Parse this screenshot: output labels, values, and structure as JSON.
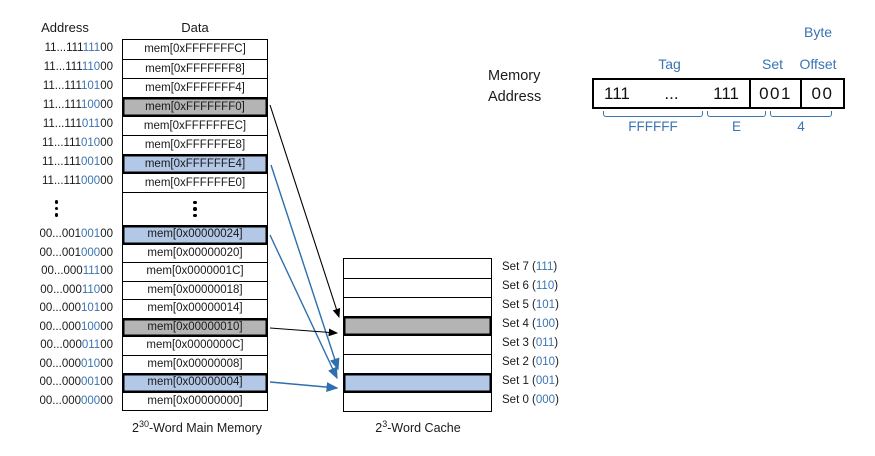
{
  "colors": {
    "accent_blue": "#3a74b2",
    "arrow_blue": "#2e6fad",
    "highlight_blue": "#b3c7e6",
    "highlight_gray": "#b4b4b4"
  },
  "memory": {
    "address_header": "Address",
    "data_header": "Data",
    "ellipsis_dots": 3,
    "rows_top": [
      {
        "prefix": "11...111",
        "set": "111",
        "offset": "00",
        "data": "mem[0xFFFFFFFC]",
        "highlight": null
      },
      {
        "prefix": "11...111",
        "set": "110",
        "offset": "00",
        "data": "mem[0xFFFFFFF8]",
        "highlight": null
      },
      {
        "prefix": "11...111",
        "set": "101",
        "offset": "00",
        "data": "mem[0xFFFFFFF4]",
        "highlight": null
      },
      {
        "prefix": "11...111",
        "set": "100",
        "offset": "00",
        "data": "mem[0xFFFFFFF0]",
        "highlight": "gray"
      },
      {
        "prefix": "11...111",
        "set": "011",
        "offset": "00",
        "data": "mem[0xFFFFFFEC]",
        "highlight": null
      },
      {
        "prefix": "11...111",
        "set": "010",
        "offset": "00",
        "data": "mem[0xFFFFFFE8]",
        "highlight": null
      },
      {
        "prefix": "11...111",
        "set": "001",
        "offset": "00",
        "data": "mem[0xFFFFFFE4]",
        "highlight": "blue"
      },
      {
        "prefix": "11...111",
        "set": "000",
        "offset": "00",
        "data": "mem[0xFFFFFFE0]",
        "highlight": null
      }
    ],
    "rows_bottom": [
      {
        "prefix": "00...001",
        "set": "001",
        "offset": "00",
        "data": "mem[0x00000024]",
        "highlight": "blue"
      },
      {
        "prefix": "00...001",
        "set": "000",
        "offset": "00",
        "data": "mem[0x00000020]",
        "highlight": null
      },
      {
        "prefix": "00...000",
        "set": "111",
        "offset": "00",
        "data": "mem[0x0000001C]",
        "highlight": null
      },
      {
        "prefix": "00...000",
        "set": "110",
        "offset": "00",
        "data": "mem[0x00000018]",
        "highlight": null
      },
      {
        "prefix": "00...000",
        "set": "101",
        "offset": "00",
        "data": "mem[0x00000014]",
        "highlight": null
      },
      {
        "prefix": "00...000",
        "set": "100",
        "offset": "00",
        "data": "mem[0x00000010]",
        "highlight": "gray"
      },
      {
        "prefix": "00...000",
        "set": "011",
        "offset": "00",
        "data": "mem[0x0000000C]",
        "highlight": null
      },
      {
        "prefix": "00...000",
        "set": "010",
        "offset": "00",
        "data": "mem[0x00000008]",
        "highlight": null
      },
      {
        "prefix": "00...000",
        "set": "001",
        "offset": "00",
        "data": "mem[0x00000004]",
        "highlight": "blue"
      },
      {
        "prefix": "00...000",
        "set": "000",
        "offset": "00",
        "data": "mem[0x00000000]",
        "highlight": null
      }
    ],
    "caption": {
      "base": "2",
      "exp": "30",
      "suffix": "-Word Main Memory"
    }
  },
  "cache": {
    "open": " (",
    "close": ")",
    "sets": [
      {
        "name": "Set 7",
        "bits": "111",
        "highlight": null
      },
      {
        "name": "Set 6",
        "bits": "110",
        "highlight": null
      },
      {
        "name": "Set 5",
        "bits": "101",
        "highlight": null
      },
      {
        "name": "Set 4",
        "bits": "100",
        "highlight": "gray"
      },
      {
        "name": "Set 3",
        "bits": "011",
        "highlight": null
      },
      {
        "name": "Set 2",
        "bits": "010",
        "highlight": null
      },
      {
        "name": "Set 1",
        "bits": "001",
        "highlight": "blue"
      },
      {
        "name": "Set 0",
        "bits": "000",
        "highlight": null
      }
    ],
    "caption": {
      "base": "2",
      "exp": "3",
      "suffix": "-Word Cache"
    }
  },
  "mappings": [
    {
      "from": "mem[0xFFFFFFF0]",
      "to": "Set 4",
      "color": "black"
    },
    {
      "from": "mem[0xFFFFFFE4]",
      "to": "Set 1",
      "color": "blue"
    },
    {
      "from": "mem[0x00000024]",
      "to": "Set 1",
      "color": "blue"
    },
    {
      "from": "mem[0x00000010]",
      "to": "Set 4",
      "color": "black"
    },
    {
      "from": "mem[0x00000004]",
      "to": "Set 1",
      "color": "blue"
    }
  ],
  "breakdown": {
    "label_line1": "Memory",
    "label_line2": "Address",
    "byte_label": "Byte",
    "tag_label": "Tag",
    "set_label": "Set",
    "offset_label": "Offset",
    "tag_left": "111",
    "tag_dots": "...",
    "tag_right": "111",
    "set_value": "001",
    "offset_value": "00",
    "hex_tag": "FFFFFF",
    "hex_mid": "E",
    "hex_low": "4"
  }
}
